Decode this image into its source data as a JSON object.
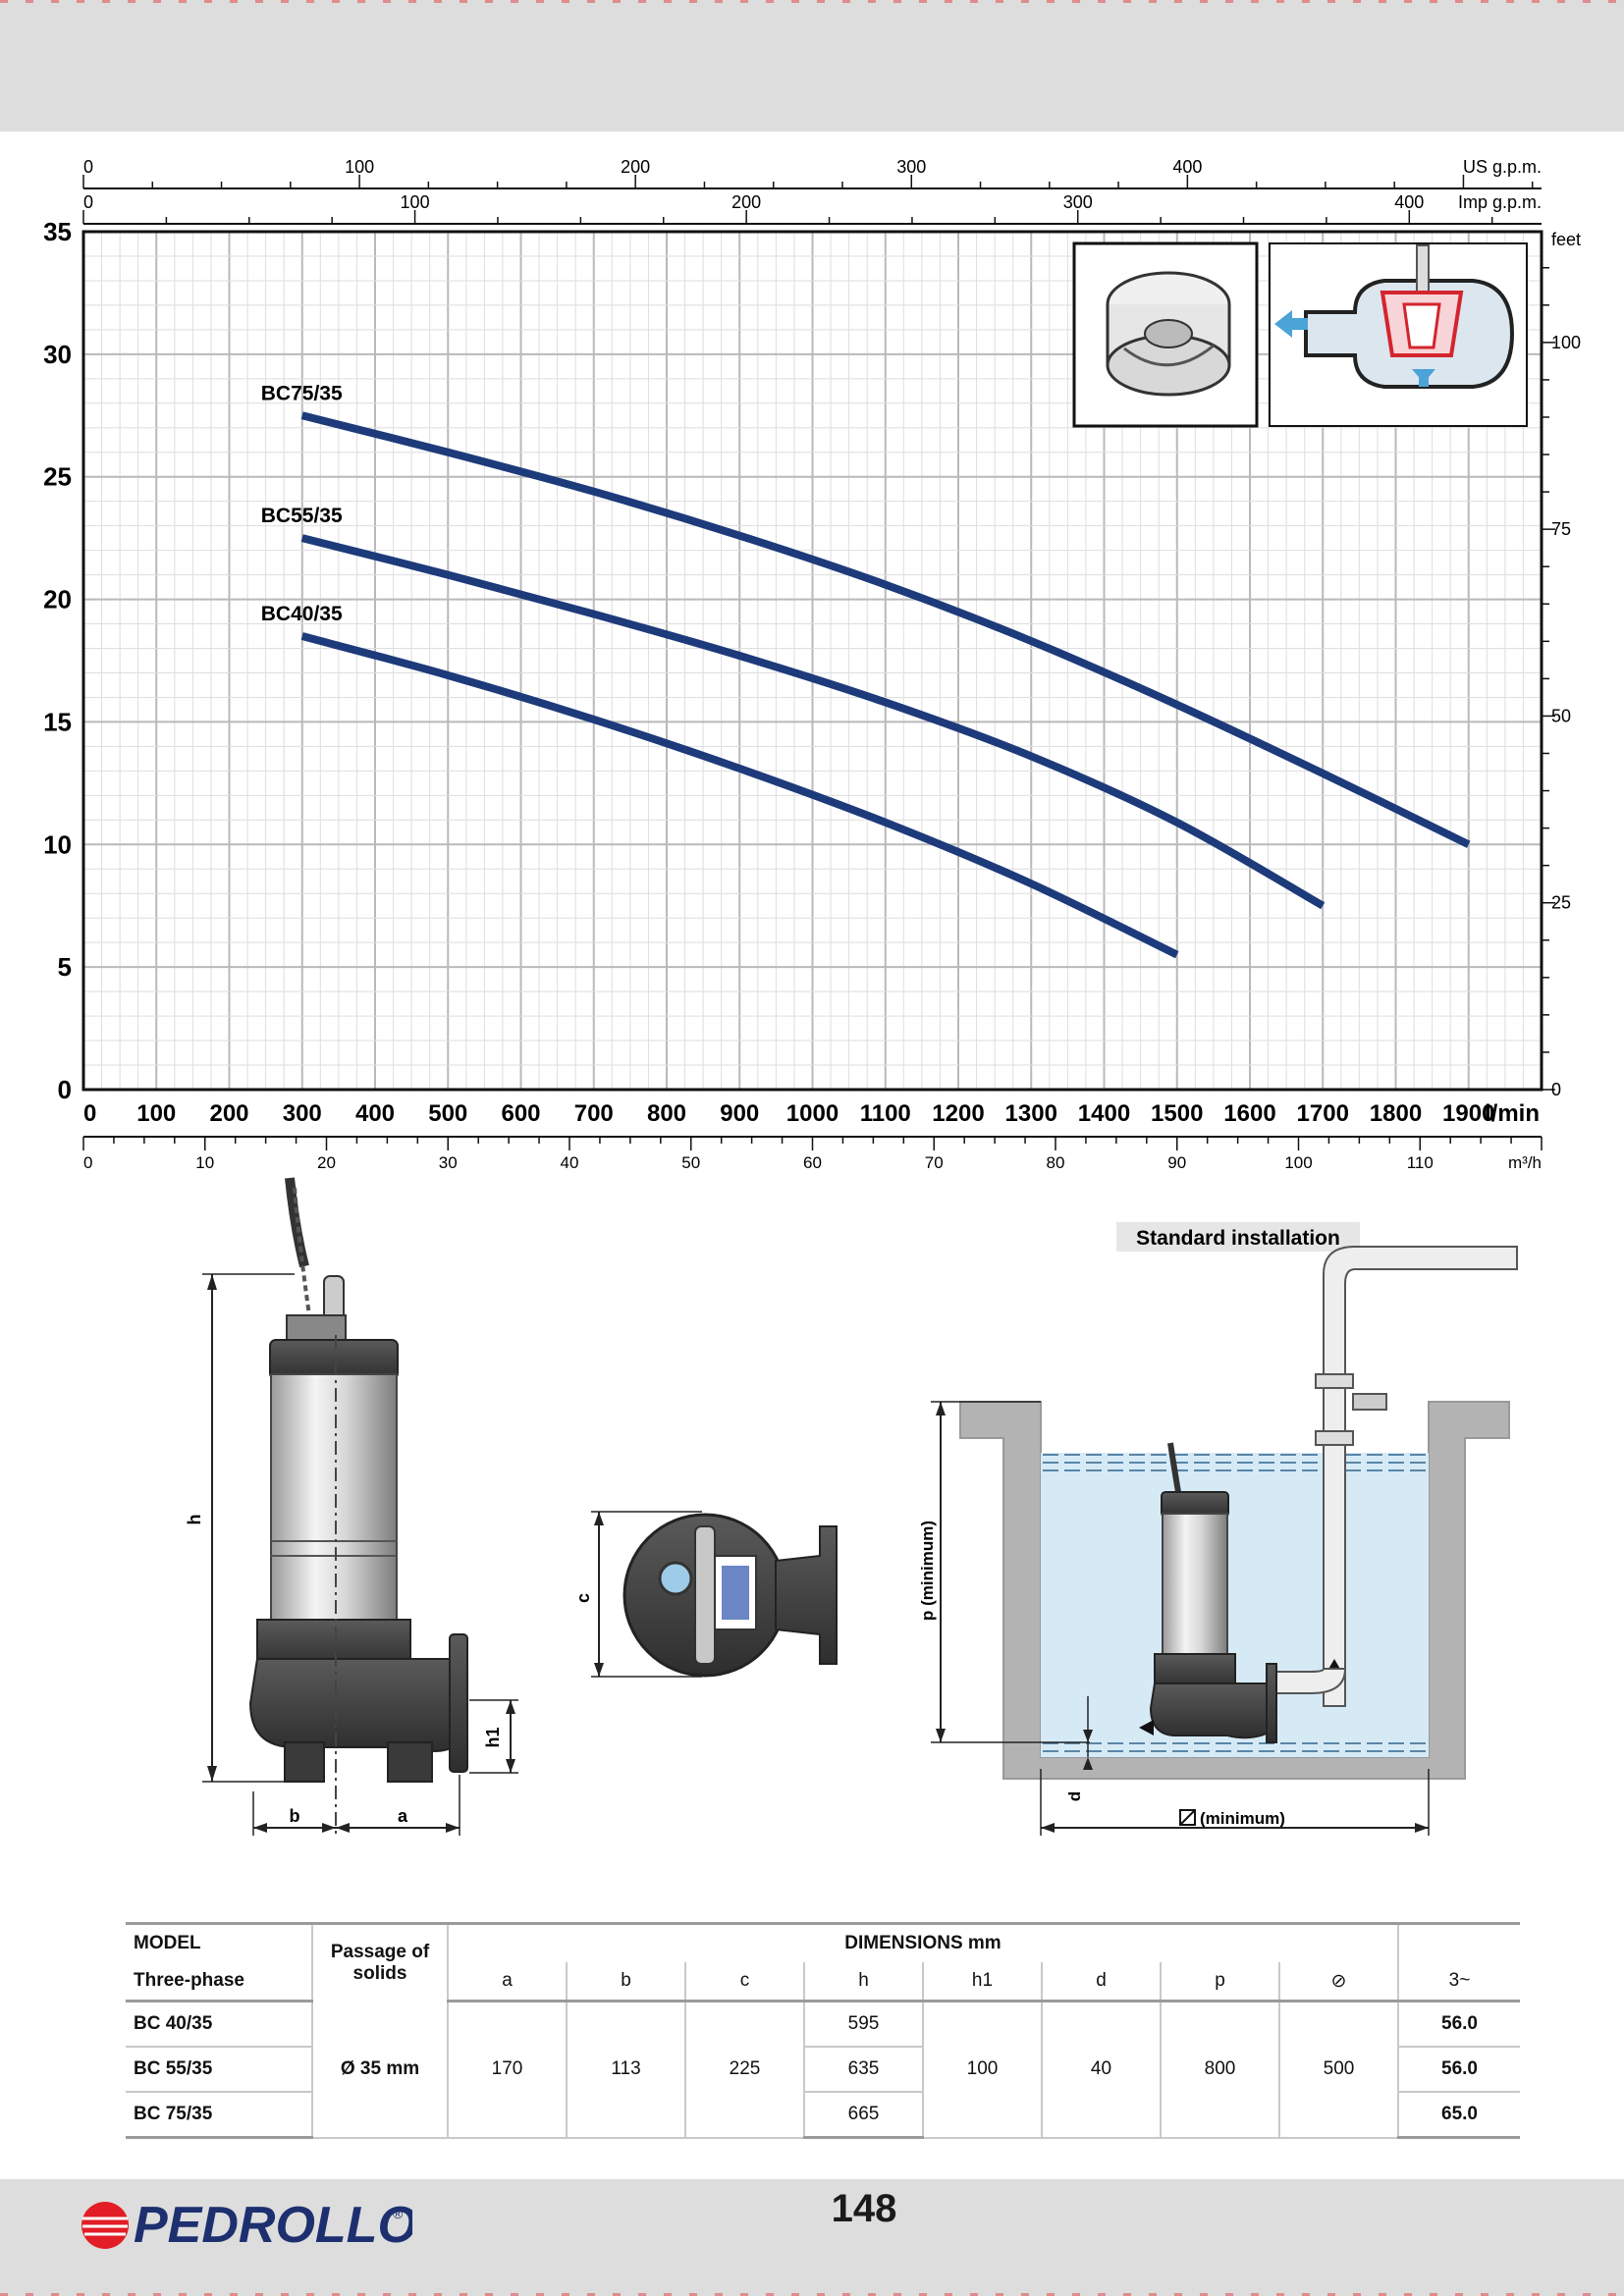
{
  "page": {
    "number": "148"
  },
  "brand": {
    "name": "PEDROLLO",
    "registered": "®",
    "color": "#1d2f6f",
    "accent": "#e21d25"
  },
  "chart_data": {
    "type": "line",
    "x": {
      "label": "l/min",
      "range": [
        0,
        2000
      ],
      "ticks": [
        0,
        100,
        200,
        300,
        400,
        500,
        600,
        700,
        800,
        900,
        1000,
        1100,
        1200,
        1300,
        1400,
        1500,
        1600,
        1700,
        1800,
        1900
      ]
    },
    "y": {
      "range": [
        0,
        35
      ],
      "ticks": [
        0,
        5,
        10,
        15,
        20,
        25,
        30,
        35
      ]
    },
    "top_axes": [
      {
        "label": "US g.p.m.",
        "ticks": [
          0,
          100,
          200,
          300,
          400
        ],
        "max_at_full_width": 528.3
      },
      {
        "label": "Imp g.p.m.",
        "ticks": [
          0,
          100,
          200,
          300,
          400
        ],
        "max_at_full_width": 439.9
      }
    ],
    "bottom_axis2": {
      "label": "m³/h",
      "ticks": [
        0,
        10,
        20,
        30,
        40,
        50,
        60,
        70,
        80,
        90,
        100,
        110
      ],
      "max_at_full_width": 120
    },
    "right_axis": {
      "label": "feet",
      "ticks": [
        0,
        25,
        50,
        75,
        100
      ],
      "max_at_full_height": 114.83
    },
    "grid": true,
    "line_color": "#1d3a7a",
    "series": [
      {
        "name": "BC75/35",
        "x": [
          300,
          500,
          700,
          900,
          1100,
          1300,
          1500,
          1700,
          1900
        ],
        "y": [
          27.5,
          26.0,
          24.4,
          22.6,
          20.6,
          18.3,
          15.7,
          12.9,
          10.0
        ]
      },
      {
        "name": "BC55/35",
        "x": [
          300,
          500,
          700,
          900,
          1100,
          1300,
          1500,
          1700
        ],
        "y": [
          22.5,
          21.0,
          19.4,
          17.7,
          15.8,
          13.6,
          10.9,
          7.5
        ]
      },
      {
        "name": "BC40/35",
        "x": [
          300,
          500,
          700,
          900,
          1100,
          1300,
          1500
        ],
        "y": [
          18.5,
          16.9,
          15.1,
          13.1,
          10.9,
          8.4,
          5.5
        ]
      }
    ]
  },
  "drawings": {
    "dim_labels": {
      "h": "h",
      "h1": "h1",
      "a": "a",
      "b": "b",
      "c": "c"
    },
    "install_title": "Standard installation",
    "p_label": "p  (minimum)",
    "d_label": "d",
    "min_label": "(minimum)",
    "water_color": "#d6eaf6",
    "concrete_color": "#b3b3b3"
  },
  "table": {
    "headers": {
      "model": "MODEL",
      "three_phase": "Three-phase",
      "passage": "Passage of solids",
      "dimensions": "DIMENSIONS mm",
      "cols": [
        "a",
        "b",
        "c",
        "h",
        "h1",
        "d",
        "p",
        "⊘",
        "3~"
      ]
    },
    "rows": [
      {
        "model": "BC 40/35",
        "h": "595",
        "weight": "56.0"
      },
      {
        "model": "BC 55/35",
        "h": "635",
        "weight": "56.0"
      },
      {
        "model": "BC 75/35",
        "h": "665",
        "weight": "65.0"
      }
    ],
    "shared": {
      "passage": "Ø 35 mm",
      "a": "170",
      "b": "113",
      "c": "225",
      "h1": "100",
      "d": "40",
      "p": "800",
      "box": "500"
    }
  }
}
